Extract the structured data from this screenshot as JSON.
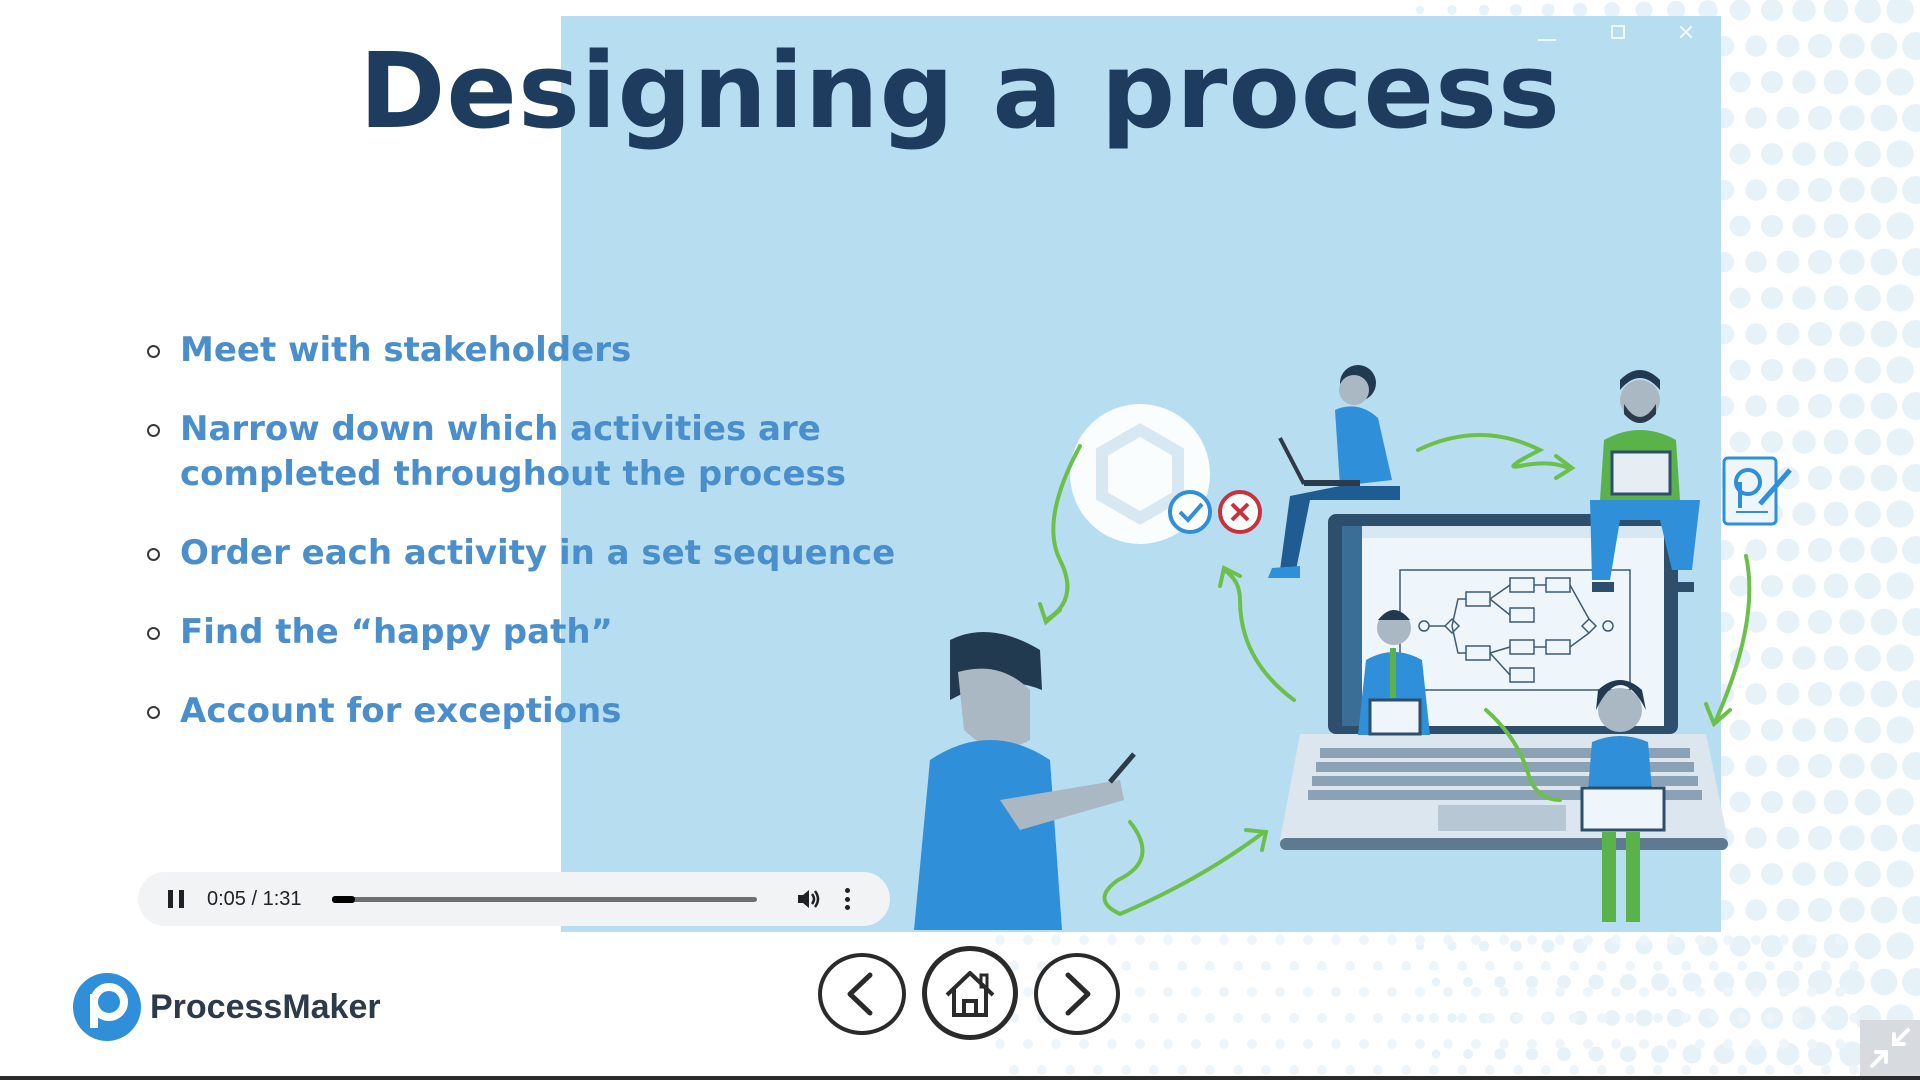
{
  "slide": {
    "title": "Designing a process",
    "bullets": [
      "Meet with stakeholders",
      "Narrow down which activities are completed throughout the process",
      "Order each activity in a set sequence",
      "Find the “happy path”",
      "Account for exceptions"
    ]
  },
  "audio_player": {
    "time": "0:05 / 1:31",
    "progress": 0.055,
    "pause_icon": "pause-icon",
    "volume_icon": "volume-icon",
    "more_icon": "more-vert-icon"
  },
  "logo": {
    "text": "ProcessMaker",
    "icon": "processmaker-logo-icon"
  },
  "navigation": {
    "prev_icon": "chevron-left-icon",
    "home_icon": "home-icon",
    "next_icon": "chevron-right-icon"
  },
  "colors": {
    "title": "#1e3c5e",
    "bullets": "#4a8fcc",
    "window_bg": "#b6def0",
    "logo_blue": "#2f8fd8"
  }
}
